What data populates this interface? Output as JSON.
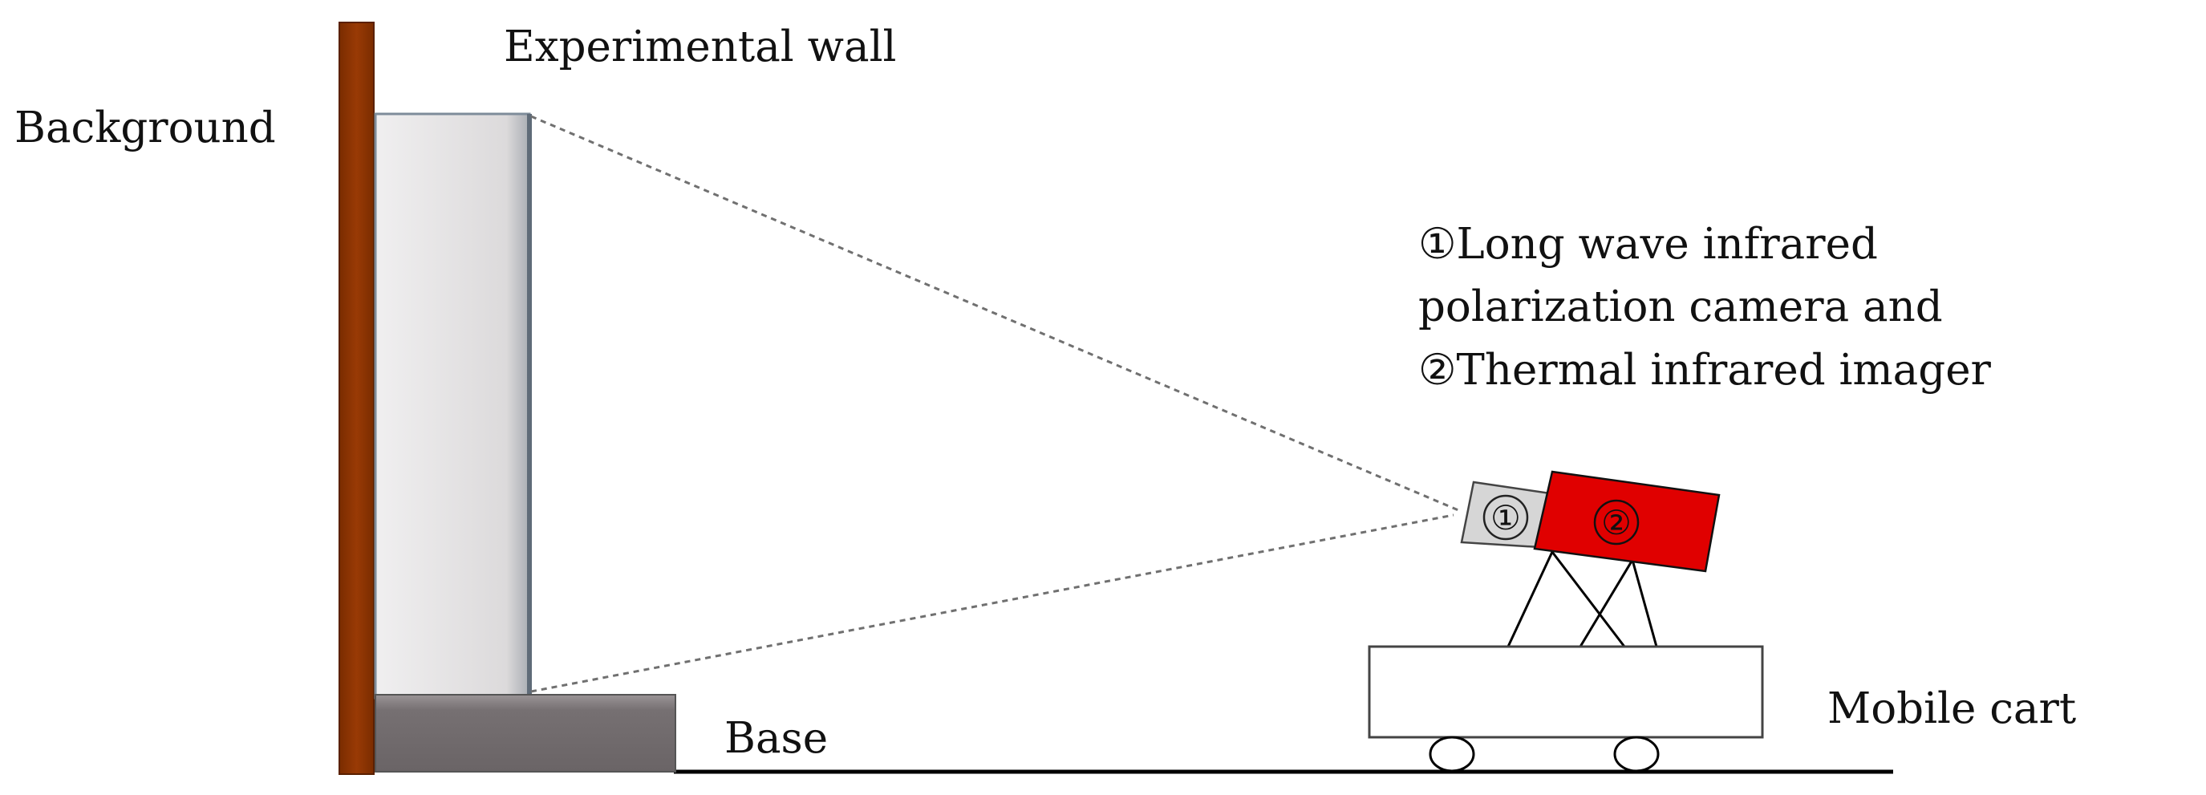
{
  "labels": {
    "experimental_wall": "Experimental wall",
    "background": "Background",
    "base": "Base",
    "mobile_cart": "Mobile cart",
    "camera_line1": "①Long wave infrared",
    "camera_line2": "polarization camera and",
    "camera_line3": "②Thermal infrared imager",
    "marker_1": "①",
    "marker_2": "②"
  },
  "colors": {
    "background_board": "#8B3300",
    "wall_face": "#DCDADB",
    "wall_edge": "#6E7B88",
    "base_fill": "#767072",
    "polarization_camera": "#D6D6D6",
    "thermal_imager": "#E00000",
    "ground_line": "#000000",
    "sight_line": "#707070"
  },
  "icons": {
    "camera_1": "polarization-camera-icon",
    "camera_2": "thermal-imager-icon",
    "cart": "mobile-cart-icon"
  }
}
